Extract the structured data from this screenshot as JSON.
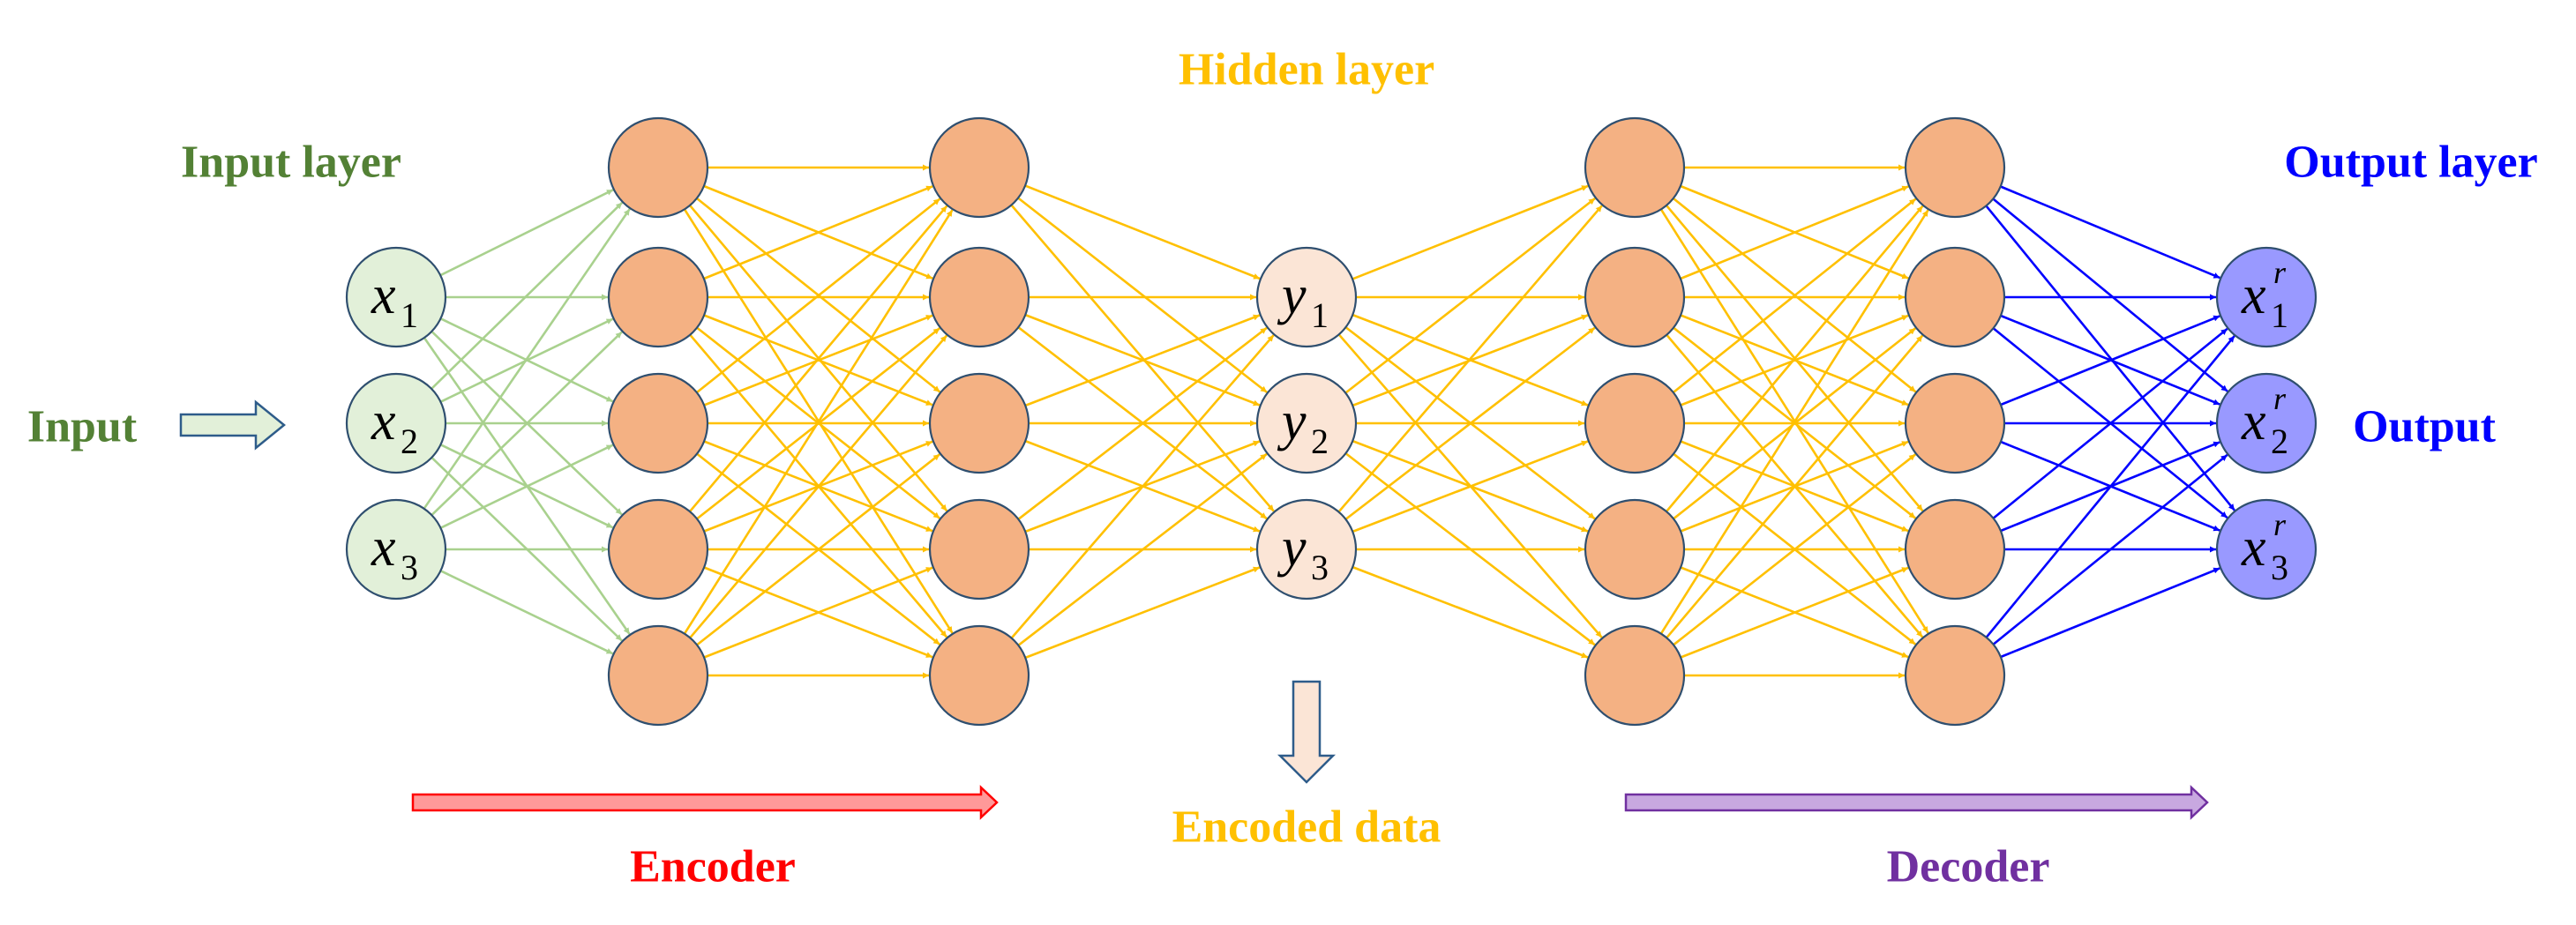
{
  "colors": {
    "green": "#538135",
    "green_line": "#a9d18e",
    "yellow": "#ffc000",
    "blue": "#0000ff",
    "red": "#ff0000",
    "purple": "#7030a0",
    "hidden_node": "#f4b183",
    "code_node": "#fbe5d6",
    "input_node": "#e2f0d9",
    "output_node": "#9999ff",
    "node_border": "#2f4f6f"
  },
  "labels": {
    "input": "Input",
    "input_layer": "Input layer",
    "hidden_layer": "Hidden layer",
    "output_layer": "Output layer",
    "output": "Output",
    "encoder": "Encoder",
    "encoded_data": "Encoded data",
    "decoder": "Decoder"
  },
  "network": {
    "layers": [
      {
        "role": "input",
        "nodes": [
          {
            "base": "x",
            "sub": "1"
          },
          {
            "base": "x",
            "sub": "2"
          },
          {
            "base": "x",
            "sub": "3"
          }
        ]
      },
      {
        "role": "hidden",
        "count": 5
      },
      {
        "role": "hidden",
        "count": 5
      },
      {
        "role": "code",
        "nodes": [
          {
            "base": "y",
            "sub": "1"
          },
          {
            "base": "y",
            "sub": "2"
          },
          {
            "base": "y",
            "sub": "3"
          }
        ]
      },
      {
        "role": "hidden",
        "count": 5
      },
      {
        "role": "hidden",
        "count": 5
      },
      {
        "role": "output",
        "nodes": [
          {
            "base": "x",
            "sub": "1",
            "sup": "r"
          },
          {
            "base": "x",
            "sub": "2",
            "sup": "r"
          },
          {
            "base": "x",
            "sub": "3",
            "sup": "r"
          }
        ]
      }
    ],
    "connections": [
      {
        "from": 0,
        "to": 1,
        "color": "green_line"
      },
      {
        "from": 1,
        "to": 2,
        "color": "yellow"
      },
      {
        "from": 2,
        "to": 3,
        "color": "yellow"
      },
      {
        "from": 3,
        "to": 4,
        "color": "yellow"
      },
      {
        "from": 4,
        "to": 5,
        "color": "yellow"
      },
      {
        "from": 5,
        "to": 6,
        "color": "blue"
      }
    ]
  }
}
